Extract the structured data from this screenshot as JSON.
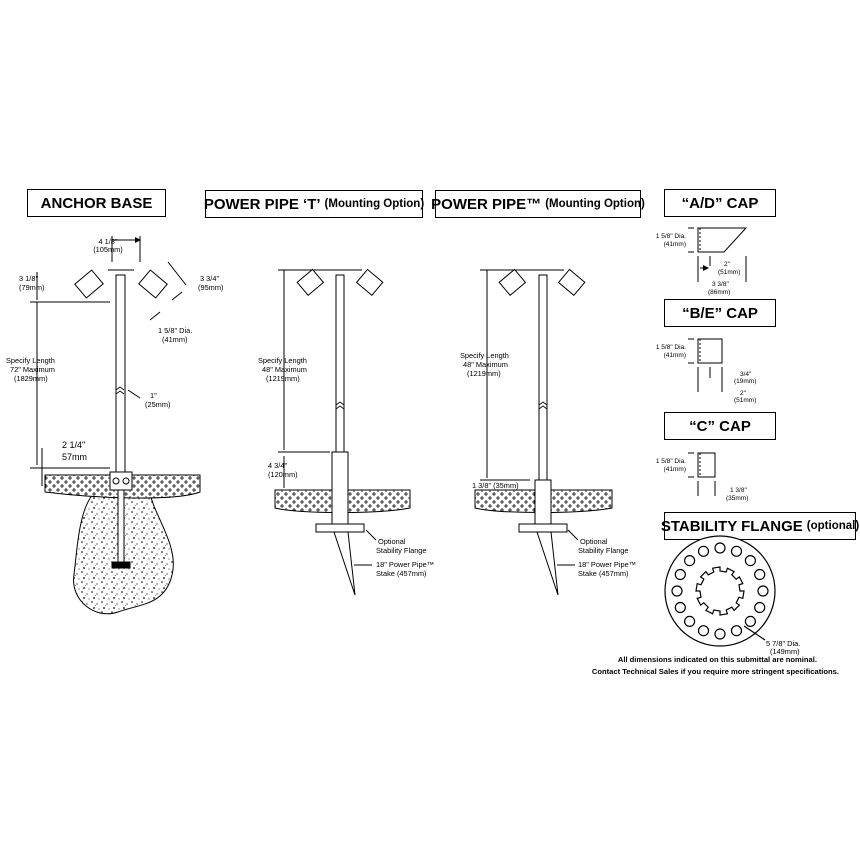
{
  "titles": {
    "anchor_base": "ANCHOR BASE",
    "power_pipe_t": "POWER PIPE ‘T’",
    "power_pipe_t_option": "(Mounting Option)",
    "power_pipe": "POWER PIPE™",
    "power_pipe_option": "(Mounting Option)",
    "ad_cap": "“A/D” CAP",
    "be_cap": "“B/E” CAP",
    "c_cap": "“C” CAP",
    "stability_flange": "STABILITY FLANGE",
    "stability_flange_option": "(optional)"
  },
  "anchor": {
    "width_in": "4 1/8\"",
    "width_mm": "(105mm)",
    "left_in": "3 1/8\"",
    "left_mm": "(79mm)",
    "right_in": "3 3/4\"",
    "right_mm": "(95mm)",
    "dia_in": "1 5/8\" Dia.",
    "dia_mm": "(41mm)",
    "len_1": "Specify Length",
    "len_2": "72\" Maximum",
    "len_3": "(1829mm)",
    "pipe_in": "1\"",
    "pipe_mm": "(25mm)",
    "base_in": "2 1/4\"",
    "base_mm": "57mm"
  },
  "pipe_t": {
    "len_1": "Specify Length",
    "len_2": "48\" Maximum",
    "len_3": "(1219mm)",
    "sleeve_in": "4 3/4\"",
    "sleeve_mm": "(120mm)",
    "flange_1": "Optional",
    "flange_2": "Stability Flange",
    "stake_1": "18\" Power Pipe™",
    "stake_2": "Stake (457mm)"
  },
  "pipe": {
    "len_1": "Specify Length",
    "len_2": "48\" Maximum",
    "len_3": "(1219mm)",
    "sleeve": "1 3/8\" (35mm)",
    "flange_1": "Optional",
    "flange_2": "Stability Flange",
    "stake_1": "18\" Power Pipe™",
    "stake_2": "Stake (457mm)"
  },
  "ad_cap": {
    "dia_in": "1 5/8\" Dia.",
    "dia_mm": "(41mm)",
    "w1_in": "2\"",
    "w1_mm": "(51mm)",
    "w2_in": "3 3/8\"",
    "w2_mm": "(86mm)"
  },
  "be_cap": {
    "dia_in": "1 5/8\" Dia.",
    "dia_mm": "(41mm)",
    "w1_in": "3/4\"",
    "w1_mm": "(19mm)",
    "w2_in": "2\"",
    "w2_mm": "(51mm)"
  },
  "c_cap": {
    "dia_in": "1 5/8\" Dia.",
    "dia_mm": "(41mm)",
    "w_in": "1 3/8\"",
    "w_mm": "(35mm)"
  },
  "flange": {
    "dia_in": "5 7/8\" Dia.",
    "dia_mm": "(149mm)"
  },
  "footer": {
    "line1": "All dimensions indicated on this submittal are nominal.",
    "line2": "Contact Technical Sales if you require more stringent specifications."
  }
}
